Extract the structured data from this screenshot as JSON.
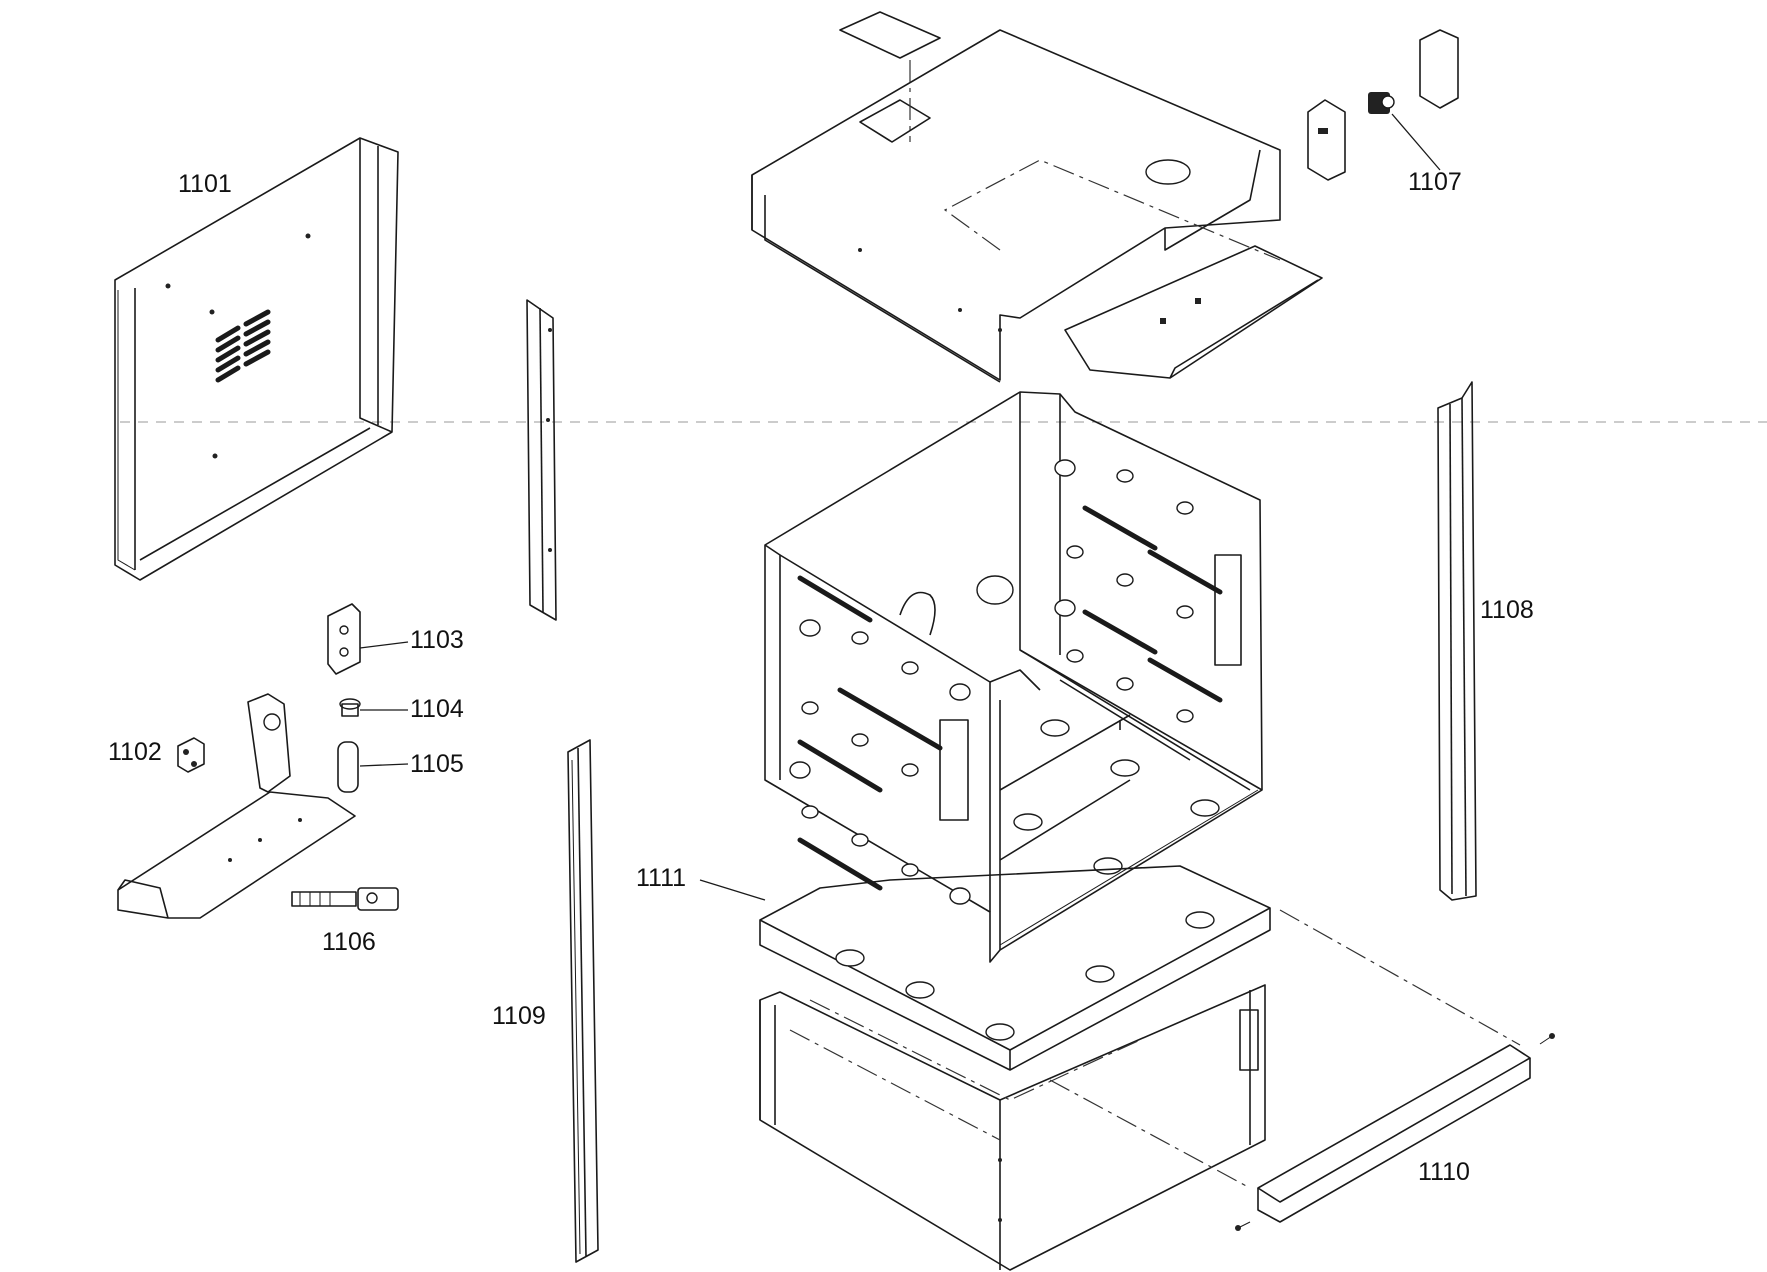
{
  "labels": {
    "p1101": "1101",
    "p1102": "1102",
    "p1103": "1103",
    "p1104": "1104",
    "p1105": "1105",
    "p1106": "1106",
    "p1107": "1107",
    "p1108": "1108",
    "p1109": "1109",
    "p1110": "1110",
    "p1111": "1111"
  }
}
